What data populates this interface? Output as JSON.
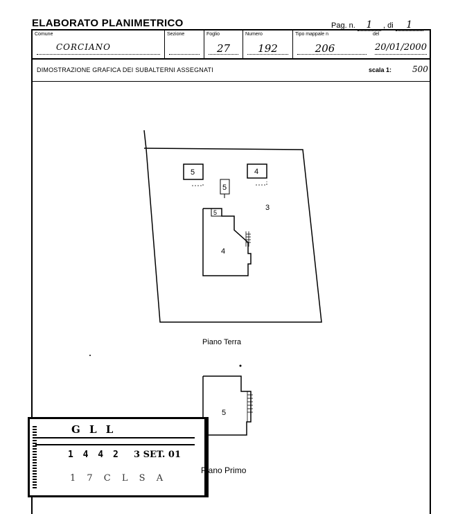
{
  "header": {
    "title": "ELABORATO PLANIMETRICO",
    "pag_label": "Pag. n.",
    "pag_value": "1",
    "di_label": ", di",
    "di_value": "1"
  },
  "fields": {
    "comune": {
      "label": "Comune",
      "value": "CORCIANO"
    },
    "sezione": {
      "label": "Sezione",
      "value": ""
    },
    "foglio": {
      "label": "Foglio",
      "value": "27"
    },
    "numero": {
      "label": "Numero",
      "value": "192"
    },
    "tipo": {
      "label": "Tipo mappale n",
      "value": "206"
    },
    "del": {
      "label": "del",
      "value": "20/01/2000"
    }
  },
  "caption": "DIMOSTRAZIONE GRAFICA DEI SUBALTERNI ASSEGNATI",
  "scale": {
    "label": "scala 1:",
    "value": "500"
  },
  "plan": {
    "ground_floor_label": "Piano Terra",
    "first_floor_label": "Piano Primo",
    "sub_left_box": "5",
    "sub_right_box": "4",
    "sub_small_center": "5",
    "sub_garden": "3",
    "sub_house_top": "5",
    "sub_house": "4",
    "sub_first_floor": "5"
  },
  "stamp": {
    "line1": "G L L",
    "line2": "1 4 4 2",
    "line3": "3 SET. 01",
    "line4": "1 7 C L S A"
  }
}
